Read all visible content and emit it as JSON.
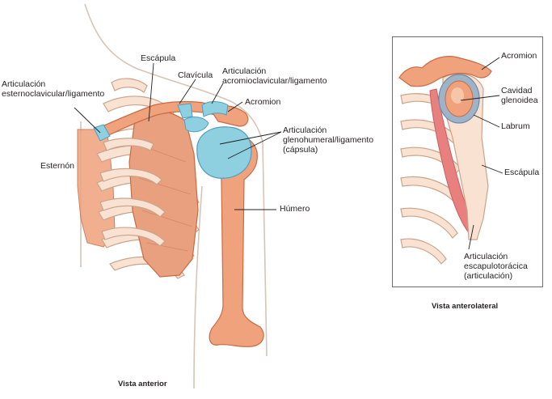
{
  "colors": {
    "bone": "#f9e2d2",
    "bone_outline": "#c9a48c",
    "highlight_bone": "#f0a27c",
    "highlight_outline": "#c86b44",
    "ligament": "#8ecfe0",
    "ligament_outline": "#4f9fbf",
    "muscle": "#e8a07f",
    "body_outline": "#d7c4b7",
    "scapulothoracic": "#e7807e",
    "labrum": "#9fb3c8",
    "frame": "#6d6e71"
  },
  "anterior": {
    "caption": "Vista anterior",
    "labels": {
      "esternoclavicular": "Articulación\nesternoclavicular/ligamento",
      "escapula": "Escápula",
      "clavicula": "Clavícula",
      "acromioclavicular": "Articulación\nacromioclavicular/ligamento",
      "acromion": "Acromion",
      "glenohumeral": "Articulación\nglenohumeral/ligamento\n(cápsula)",
      "esternon": "Esternón",
      "humero": "Húmero"
    }
  },
  "anterolateral": {
    "caption": "Vista anterolateral",
    "labels": {
      "acromion": "Acromion",
      "cavidad": "Cavidad\nglenoidea",
      "labrum": "Labrum",
      "escapula": "Escápula",
      "escapulotoracica": "Articulación\nescapulotorácica\n(articulación)"
    }
  }
}
